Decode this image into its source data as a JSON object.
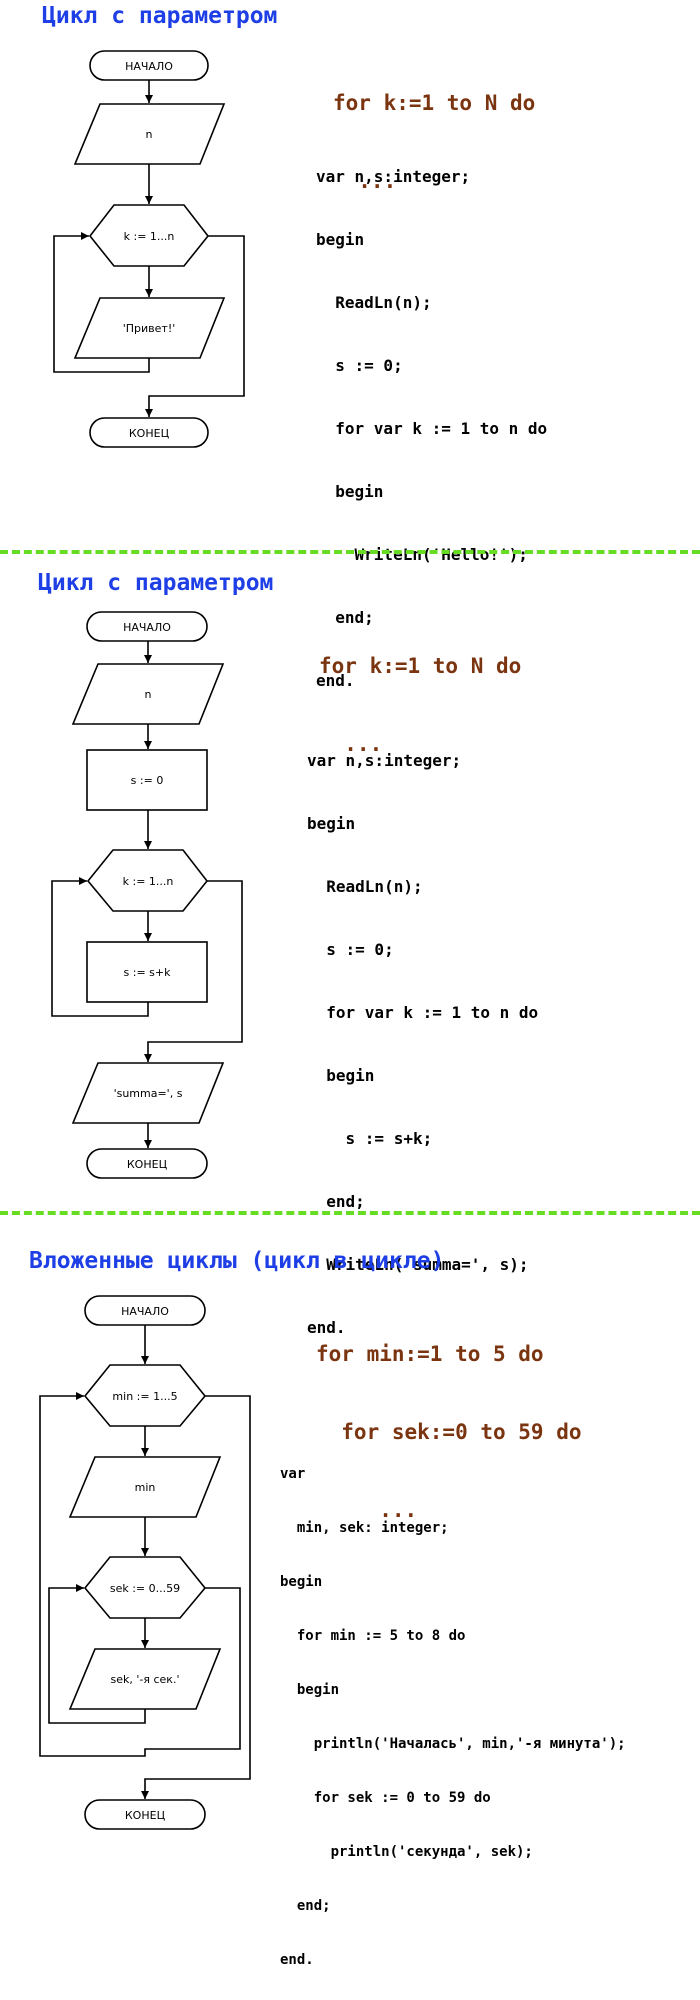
{
  "sections": [
    {
      "title": "Цикл с параметром",
      "for_header": [
        "for k:=1 to N do",
        "  ..."
      ],
      "code": [
        "var n,s:integer;",
        "begin",
        "  ReadLn(n);",
        "  s := 0;",
        "  for var k := 1 to n do",
        "  begin",
        "    WriteLn('Hello!');",
        "  end;",
        "end."
      ],
      "flowchart": {
        "start": "НАЧАЛО",
        "input": "n",
        "loop": "k := 1...n",
        "body": "'Привет!'",
        "end": "КОНЕЦ"
      }
    },
    {
      "title": "Цикл с параметром",
      "for_header": [
        "for k:=1 to N do",
        "  ..."
      ],
      "code": [
        "var n,s:integer;",
        "begin",
        "  ReadLn(n);",
        "  s := 0;",
        "  for var k := 1 to n do",
        "  begin",
        "    s := s+k;",
        "  end;",
        "  WriteLn('summa=', s);",
        "end."
      ],
      "flowchart": {
        "start": "НАЧАЛО",
        "input": "n",
        "init": "s := 0",
        "loop": "k := 1...n",
        "body": "s := s+k",
        "output": "'summa=', s",
        "end": "КОНЕЦ"
      }
    },
    {
      "title": "Вложенные циклы (цикл в цикле)",
      "for_header": [
        "for min:=1 to 5 do",
        "  for sek:=0 to 59 do",
        "     ..."
      ],
      "code": [
        "var",
        "  min, sek: integer;",
        "begin",
        "  for min := 5 to 8 do",
        "  begin",
        "    println('Началась', min,'-я минута');",
        "    for sek := 0 to 59 do",
        "      println('секунда', sek);",
        "  end;",
        "end."
      ],
      "flowchart": {
        "start": "НАЧАЛО",
        "outer_loop": "min := 1...5",
        "outer_body": "min",
        "inner_loop": "sek := 0...59",
        "inner_body": "sek, '-я сек.'",
        "end": "КОНЕЦ"
      }
    }
  ],
  "colors": {
    "title": "#1f3fe6",
    "for_header": "#7a3410",
    "code": "#000000",
    "divider": "#66dd22"
  }
}
